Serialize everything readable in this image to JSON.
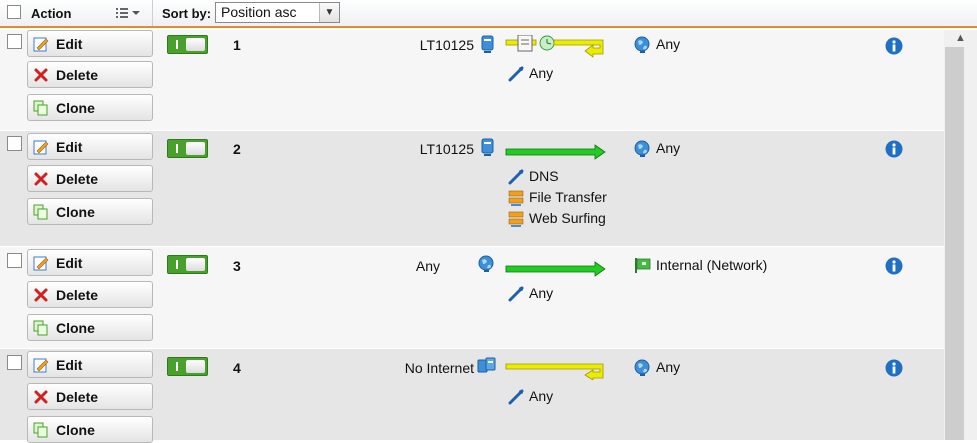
{
  "header": {
    "action_label": "Action",
    "sort_label": "Sort by:",
    "sort_value": "Position asc"
  },
  "buttons": {
    "edit": "Edit",
    "delete": "Delete",
    "clone": "Clone"
  },
  "rules": [
    {
      "position": "1",
      "enabled": true,
      "source": "LT10125",
      "source_icon": "computer-icon",
      "flow": "scheduled-block",
      "services": [
        {
          "label": "Any",
          "icon": "service-icon"
        }
      ],
      "destination": "Any",
      "destination_icon": "globe-icon"
    },
    {
      "position": "2",
      "enabled": true,
      "source": "LT10125",
      "source_icon": "computer-icon",
      "flow": "allow",
      "services": [
        {
          "label": "DNS",
          "icon": "service-icon"
        },
        {
          "label": "File Transfer",
          "icon": "service-group-icon"
        },
        {
          "label": "Web Surfing",
          "icon": "service-group-icon"
        }
      ],
      "destination": "Any",
      "destination_icon": "globe-icon"
    },
    {
      "position": "3",
      "enabled": true,
      "source": "Any",
      "source_icon": "globe-icon",
      "flow": "allow",
      "services": [
        {
          "label": "Any",
          "icon": "service-icon"
        }
      ],
      "destination": "Internal (Network)",
      "destination_icon": "network-flag-icon"
    },
    {
      "position": "4",
      "enabled": true,
      "source": "No Internet",
      "source_icon": "computer-group-icon",
      "flow": "block",
      "services": [
        {
          "label": "Any",
          "icon": "service-icon"
        }
      ],
      "destination": "Any",
      "destination_icon": "globe-icon"
    }
  ],
  "colors": {
    "accent": "#e48a2a",
    "toggle_on": "#4aa02c",
    "allow_arrow": "#22cc22",
    "block_arrow": "#e8e800",
    "info": "#1f6fc4"
  }
}
